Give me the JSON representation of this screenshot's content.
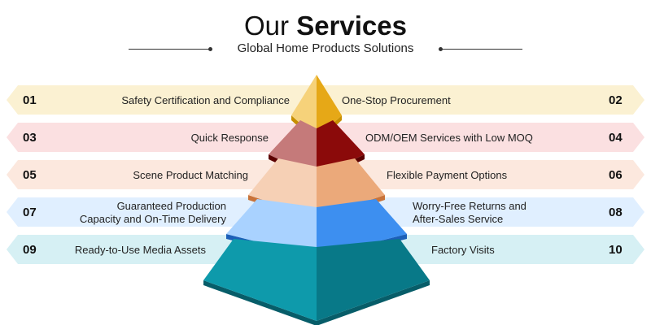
{
  "header": {
    "title_prefix": "Our",
    "title_bold": "Services",
    "subtitle": "Global Home Products Solutions"
  },
  "rows": [
    {
      "band_color": "#fbf1d2",
      "left": {
        "number": "01",
        "lines": [
          "Safety Certification and Compliance"
        ]
      },
      "right": {
        "number": "02",
        "lines": [
          "One-Stop Procurement"
        ]
      }
    },
    {
      "band_color": "#fbe0e1",
      "left": {
        "number": "03",
        "lines": [
          "Quick Response"
        ]
      },
      "right": {
        "number": "04",
        "lines": [
          "ODM/OEM Services with Low MOQ"
        ]
      }
    },
    {
      "band_color": "#fce8de",
      "left": {
        "number": "05",
        "lines": [
          "Scene Product Matching"
        ]
      },
      "right": {
        "number": "06",
        "lines": [
          "Flexible Payment Options"
        ]
      }
    },
    {
      "band_color": "#e0efff",
      "left": {
        "number": "07",
        "lines": [
          "Guaranteed Production",
          "Capacity and On-Time Delivery"
        ]
      },
      "right": {
        "number": "08",
        "lines": [
          "Worry-Free Returns and",
          "After-Sales Service"
        ]
      }
    },
    {
      "band_color": "#d6f0f4",
      "left": {
        "number": "09",
        "lines": [
          "Ready-to-Use Media Assets"
        ]
      },
      "right": {
        "number": "10",
        "lines": [
          "Factory Visits"
        ]
      }
    }
  ],
  "pyramid_tiers": [
    {
      "left": "#f6d27a",
      "right": "#e6a817",
      "base": "#c78f00"
    },
    {
      "left": "#c57a7a",
      "right": "#8b0a0a",
      "base": "#5b0000"
    },
    {
      "left": "#f6d0b5",
      "right": "#eba97a",
      "base": "#c8733a"
    },
    {
      "left": "#a9d2ff",
      "right": "#3d8ff0",
      "base": "#1c5fb8"
    },
    {
      "left": "#0e9aab",
      "right": "#087988",
      "base": "#075d69"
    }
  ]
}
